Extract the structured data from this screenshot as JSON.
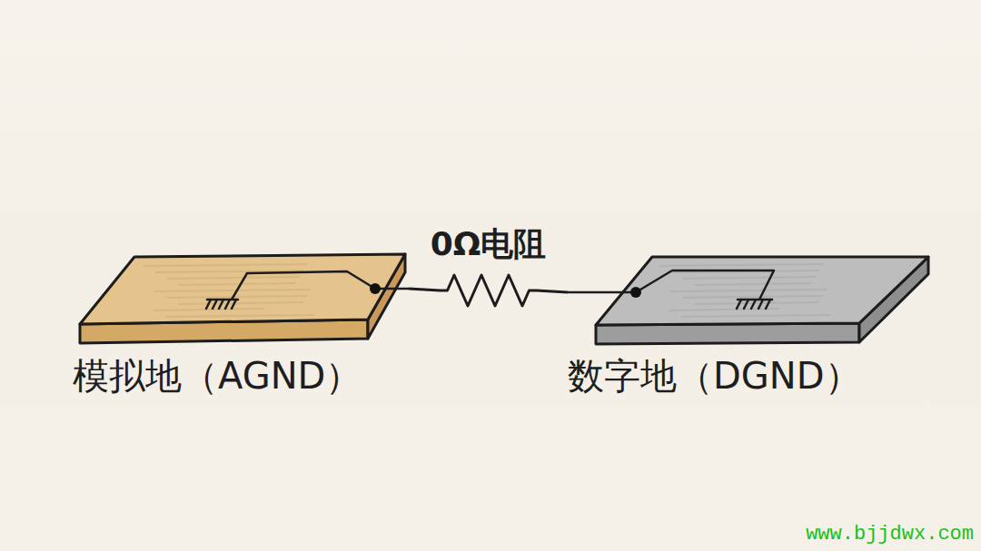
{
  "diagram": {
    "nodes": [
      {
        "text": [
          "模拟地（AGND）"
        ]
      },
      {
        "text": [
          "数字地（DGND）"
        ]
      }
    ],
    "edges": [
      {
        "from": 0,
        "to": 1,
        "arrow": "none",
        "label": "0Ω电阻"
      }
    ],
    "labels": [
      "www.bjjdwx.com"
    ]
  }
}
